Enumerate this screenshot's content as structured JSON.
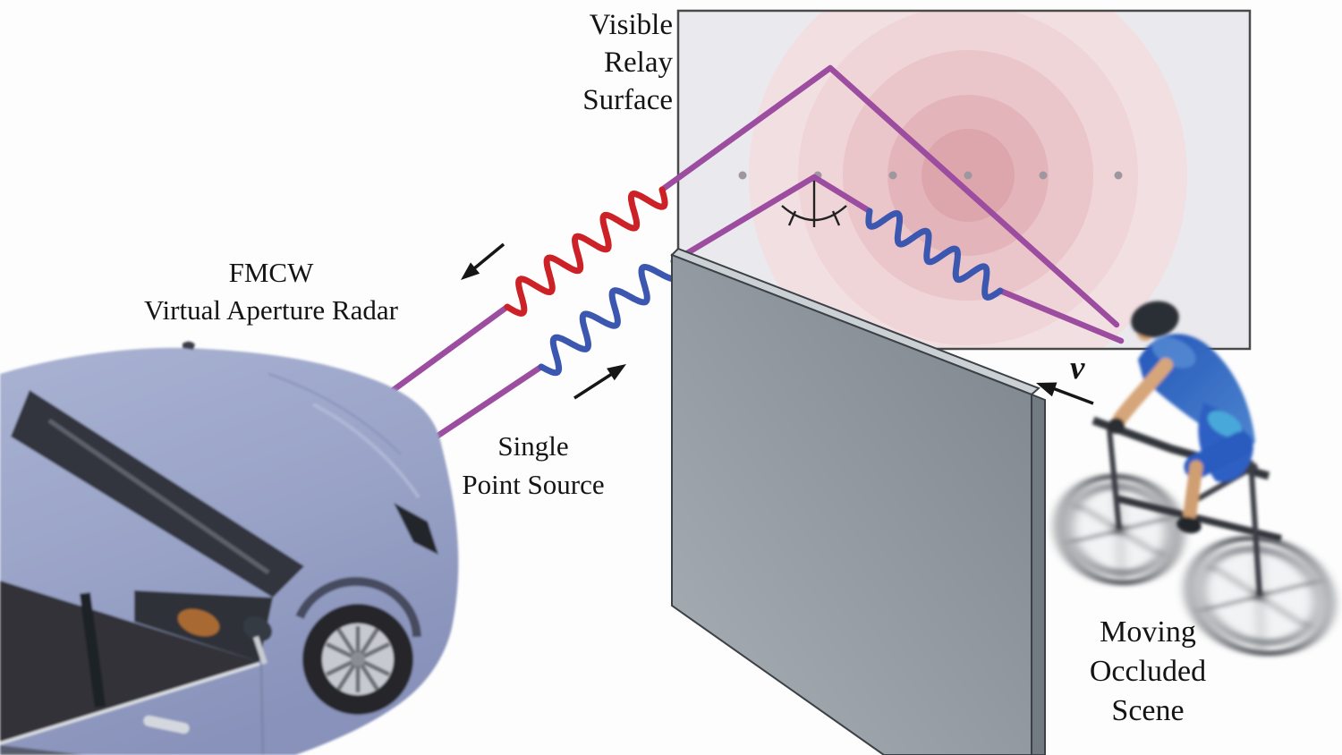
{
  "figure": {
    "labels": {
      "relay_surface": [
        "Visible",
        "Relay",
        "Surface"
      ],
      "radar": [
        "FMCW",
        "Virtual Aperture Radar"
      ],
      "point_source": [
        "Single",
        "Point Source"
      ],
      "velocity": "v",
      "occluded_scene": [
        "Moving",
        "Occluded",
        "Scene"
      ]
    },
    "colors": {
      "signal_path": "#9c4da0",
      "wave_red": "#cb2127",
      "wave_blue": "#3c57b0",
      "annotation_black": "#161616",
      "panel_bg": "#eae9ed",
      "panel_border": "#4a4a4a",
      "intensity_rings": [
        "#dda6ad",
        "#e3b5bb",
        "#eac6cb",
        "#efd5d8",
        "#f2dfe1"
      ],
      "sample_dot": "#9e97a0",
      "wall_front_light": "#a6adb3",
      "wall_front_dark": "#7f868e",
      "wall_side": "#727a82",
      "wall_top": "#cbd0d4",
      "wall_outline": "#3c4147",
      "car_body": "#9aa4c8",
      "car_glass": "#33363c",
      "cyclist_jersey": "#2e62c6",
      "cyclist_skin": "#d6a67a",
      "cyclist_helmet": "#2a2d34"
    }
  }
}
